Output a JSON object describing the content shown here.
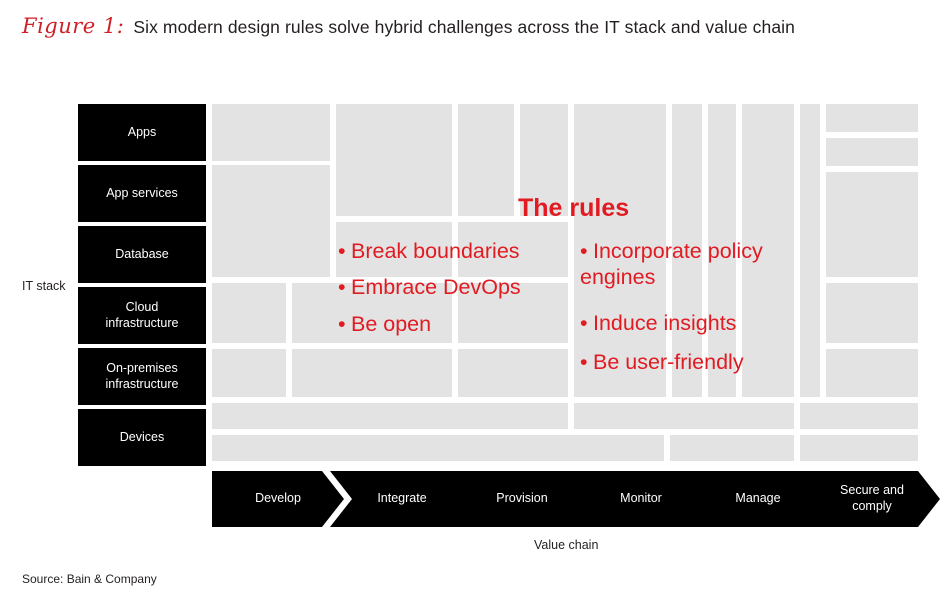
{
  "figure": {
    "label": "Figure 1:",
    "title": "Six modern design rules solve hybrid challenges across the IT stack and value chain"
  },
  "axes": {
    "y_label": "IT stack",
    "x_label": "Value chain"
  },
  "it_stack": [
    {
      "label": "Apps"
    },
    {
      "label": "App services"
    },
    {
      "label": "Database"
    },
    {
      "label": "Cloud\ninfrastructure"
    },
    {
      "label": "On-premises\ninfrastructure"
    },
    {
      "label": "Devices"
    }
  ],
  "value_chain": [
    {
      "label": "Develop"
    },
    {
      "label": "Integrate"
    },
    {
      "label": "Provision"
    },
    {
      "label": "Monitor"
    },
    {
      "label": "Manage"
    },
    {
      "label": "Secure and\ncomply"
    }
  ],
  "rules": {
    "heading": "The rules",
    "left_column": [
      "Break boundaries",
      "Embrace DevOps",
      "Be open"
    ],
    "right_column": [
      "Incorporate policy engines",
      "Induce insights",
      "Be user-friendly"
    ],
    "bullet": "•"
  },
  "colors": {
    "accent_red": "#e11b22",
    "figure_red": "#cf2027",
    "block_black": "#000000",
    "cell_grey": "#e3e3e3"
  },
  "source": "Source: Bain & Company"
}
